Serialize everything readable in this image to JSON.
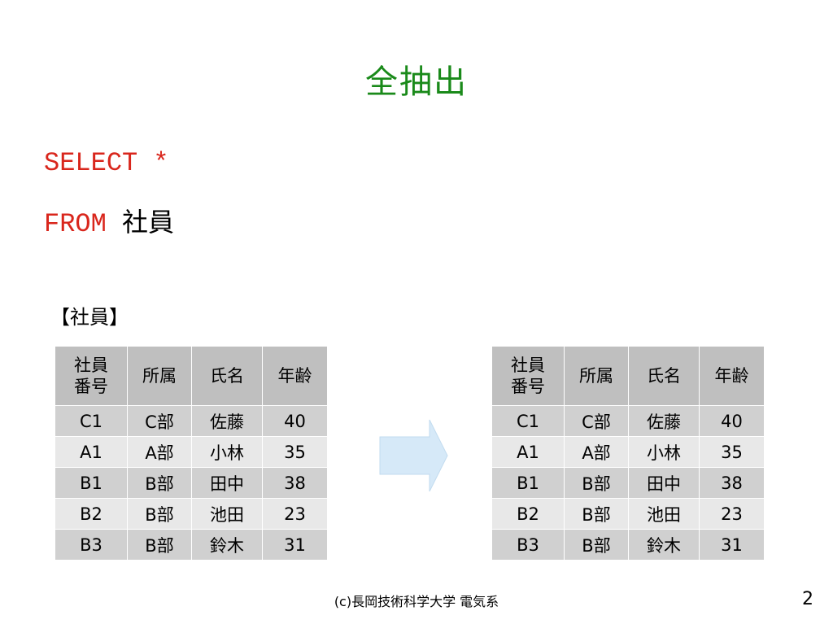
{
  "title": "全抽出",
  "sql": {
    "line1": "SELECT *",
    "line2_keyword": "FROM ",
    "line2_table": "社員"
  },
  "caption": "【社員】",
  "table": {
    "headers": [
      "社員番号",
      "所属",
      "氏名",
      "年齢"
    ],
    "rows": [
      [
        "C1",
        "C部",
        "佐藤",
        "40"
      ],
      [
        "A1",
        "A部",
        "小林",
        "35"
      ],
      [
        "B1",
        "B部",
        "田中",
        "38"
      ],
      [
        "B2",
        "B部",
        "池田",
        "23"
      ],
      [
        "B3",
        "B部",
        "鈴木",
        "31"
      ]
    ]
  },
  "result_table": {
    "headers": [
      "社員番号",
      "所属",
      "氏名",
      "年齢"
    ],
    "rows": [
      [
        "C1",
        "C部",
        "佐藤",
        "40"
      ],
      [
        "A1",
        "A部",
        "小林",
        "35"
      ],
      [
        "B1",
        "B部",
        "田中",
        "38"
      ],
      [
        "B2",
        "B部",
        "池田",
        "23"
      ],
      [
        "B3",
        "B部",
        "鈴木",
        "31"
      ]
    ]
  },
  "footer": "(c)長岡技術科学大学 電気系",
  "page_number": "2",
  "colors": {
    "title": "#1a8a1a",
    "sql_keyword": "#d9261c",
    "arrow_fill": "#d6e9f8",
    "header_bg": "#bfbfbf",
    "row_dark": "#d0d0d0",
    "row_light": "#e8e8e8"
  },
  "icons": {
    "arrow": "right-arrow-icon"
  }
}
